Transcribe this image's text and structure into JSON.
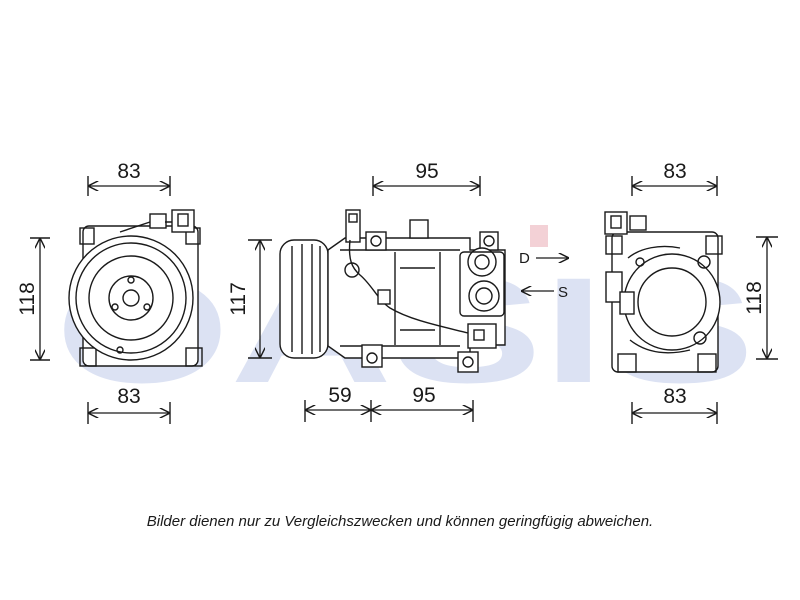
{
  "watermark": {
    "text": "OASIS",
    "color_main": "#d7def2",
    "color_accent": "#f2c9cf"
  },
  "front_view": {
    "top_width": "83",
    "height": "118",
    "bottom_width": "83"
  },
  "side_view": {
    "top_length": "95",
    "height": "117",
    "bottom_left_length": "59",
    "bottom_right_length": "95"
  },
  "rear_view": {
    "top_width": "83",
    "height": "118",
    "bottom_width": "83"
  },
  "ports": {
    "discharge": "D",
    "suction": "S"
  },
  "caption": "Bilder dienen nur zu Vergleichszwecken und können geringfügig abweichen."
}
